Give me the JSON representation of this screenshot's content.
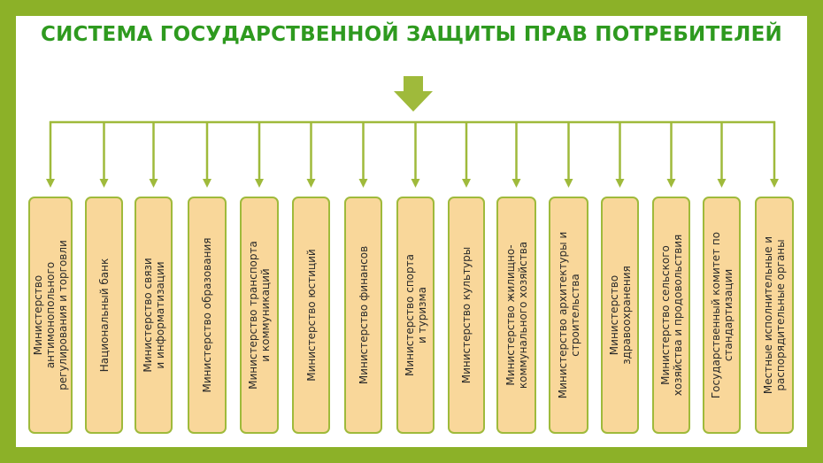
{
  "title": "СИСТЕМА ГОСУДАРСТВЕННОЙ ЗАЩИТЫ ПРАВ ПОТРЕБИТЕЛЕЙ",
  "colors": {
    "background": "#8cb128",
    "title": "#2e9a1f",
    "box_fill": "#f9d79a",
    "box_border": "#9fba3b",
    "arrows": "#9fba3b"
  },
  "bodies": [
    {
      "label": "Министерство\nантимонопольного\nрегулирования и торговли"
    },
    {
      "label": "Национальный банк"
    },
    {
      "label": "Министерство связи\nи информатизации"
    },
    {
      "label": "Министерство образования"
    },
    {
      "label": "Министерство транспорта\nи коммуникаций"
    },
    {
      "label": "Министерство юстиций"
    },
    {
      "label": "Министерство финансов"
    },
    {
      "label": "Министерство спорта\nи туризма"
    },
    {
      "label": "Министерство культуры"
    },
    {
      "label": "Министерство жилищно-\nкоммунального хозяйства"
    },
    {
      "label": "Министерство архитектуры и\nстроительства"
    },
    {
      "label": "Министерство\nздравоохранения"
    },
    {
      "label": "Министерство сельского\nхозяйства и продовольствия"
    },
    {
      "label": "Государственный комитет по\nстандартизации"
    },
    {
      "label": "Местные исполнительные и\nраспорядительные органы"
    }
  ]
}
